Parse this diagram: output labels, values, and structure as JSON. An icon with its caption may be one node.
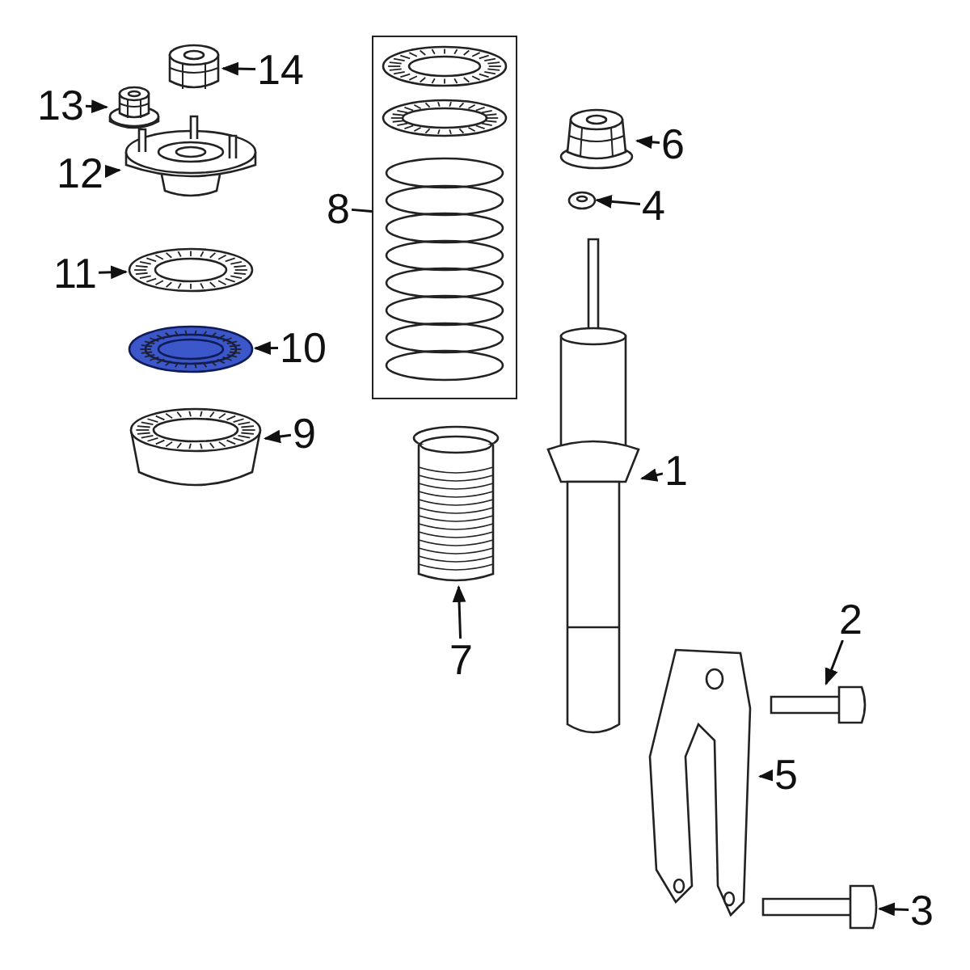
{
  "diagram": {
    "nodes": [
      {
        "text": [
          "14"
        ]
      },
      {
        "text": [
          "13"
        ]
      },
      {
        "text": [
          "6"
        ]
      },
      {
        "text": [
          "12"
        ]
      },
      {
        "text": [
          "8"
        ]
      },
      {
        "text": [
          "4"
        ]
      },
      {
        "text": [
          "11"
        ]
      },
      {
        "text": [
          "10"
        ]
      },
      {
        "text": [
          "9"
        ]
      },
      {
        "text": [
          "1"
        ]
      },
      {
        "text": [
          "7"
        ]
      },
      {
        "text": [
          "2"
        ]
      },
      {
        "text": [
          "5"
        ]
      },
      {
        "text": [
          "3"
        ]
      },
      {
        "text": [],
        "shape": "picture"
      },
      {
        "text": [],
        "shape": "picture"
      },
      {
        "text": [],
        "shape": "picture"
      },
      {
        "text": [],
        "shape": "picture"
      },
      {
        "text": [],
        "shape": "box"
      },
      {
        "text": [],
        "shape": "picture"
      },
      {
        "text": [],
        "shape": "picture"
      },
      {
        "text": [],
        "shape": "picture"
      },
      {
        "text": [],
        "shape": "picture"
      },
      {
        "text": [],
        "shape": "picture"
      },
      {
        "text": [],
        "shape": "picture"
      },
      {
        "text": [],
        "shape": "picture"
      },
      {
        "text": [],
        "shape": "picture"
      },
      {
        "text": [],
        "shape": "picture"
      }
    ],
    "edges": [
      {
        "from": 0,
        "to": 14,
        "arrow": "to"
      },
      {
        "from": 1,
        "to": 15,
        "arrow": "to"
      },
      {
        "from": 2,
        "to": 16,
        "arrow": "to"
      },
      {
        "from": 3,
        "to": 17,
        "arrow": "to"
      },
      {
        "from": 4,
        "to": 18,
        "arrow": "none"
      },
      {
        "from": 5,
        "to": 19,
        "arrow": "to"
      },
      {
        "from": 6,
        "to": 20,
        "arrow": "to"
      },
      {
        "from": 7,
        "to": 21,
        "arrow": "to"
      },
      {
        "from": 8,
        "to": 22,
        "arrow": "to"
      },
      {
        "from": 9,
        "to": 23,
        "arrow": "to"
      },
      {
        "from": 10,
        "to": 24,
        "arrow": "to"
      },
      {
        "from": 11,
        "to": 25,
        "arrow": "to"
      },
      {
        "from": 12,
        "to": 26,
        "arrow": "to"
      },
      {
        "from": 13,
        "to": 27,
        "arrow": "to"
      }
    ]
  }
}
